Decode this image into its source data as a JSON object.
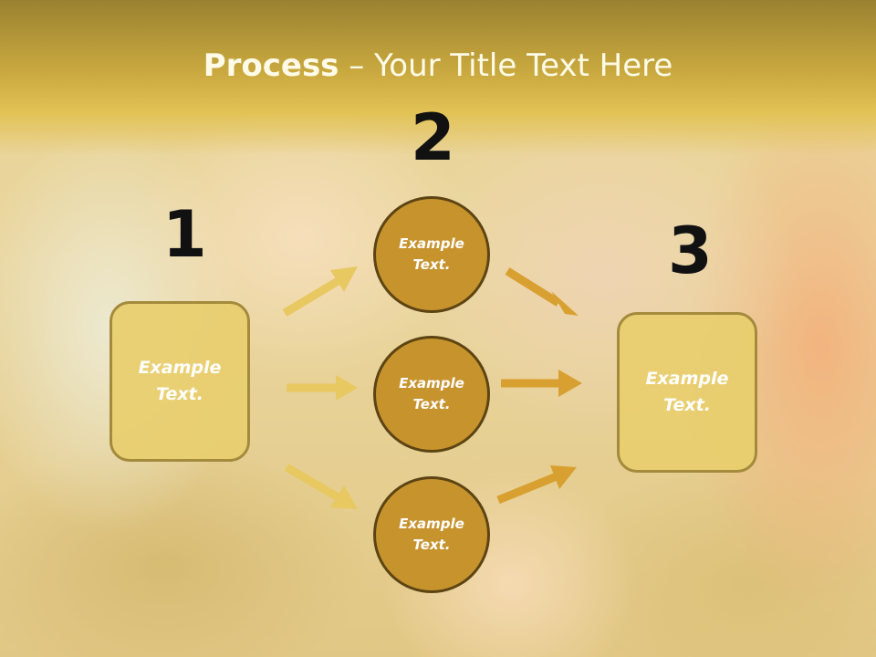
{
  "title": {
    "bold": "Process",
    "rest": " – Your Title Text Here"
  },
  "steps": {
    "one": "1",
    "two": "2",
    "three": "3"
  },
  "left_box": {
    "line1": "Example",
    "line2": "Text."
  },
  "right_box": {
    "line1": "Example",
    "line2": "Text."
  },
  "circles": [
    {
      "line1": "Example",
      "line2": "Text."
    },
    {
      "line1": "Example",
      "line2": "Text."
    },
    {
      "line1": "Example",
      "line2": "Text."
    }
  ],
  "colors": {
    "band": "#c8a83e",
    "box_fill": "#e8ce6e",
    "circle_fill": "#c7932d",
    "arrow_light": "#e8c860",
    "arrow_dark": "#d8a030"
  }
}
